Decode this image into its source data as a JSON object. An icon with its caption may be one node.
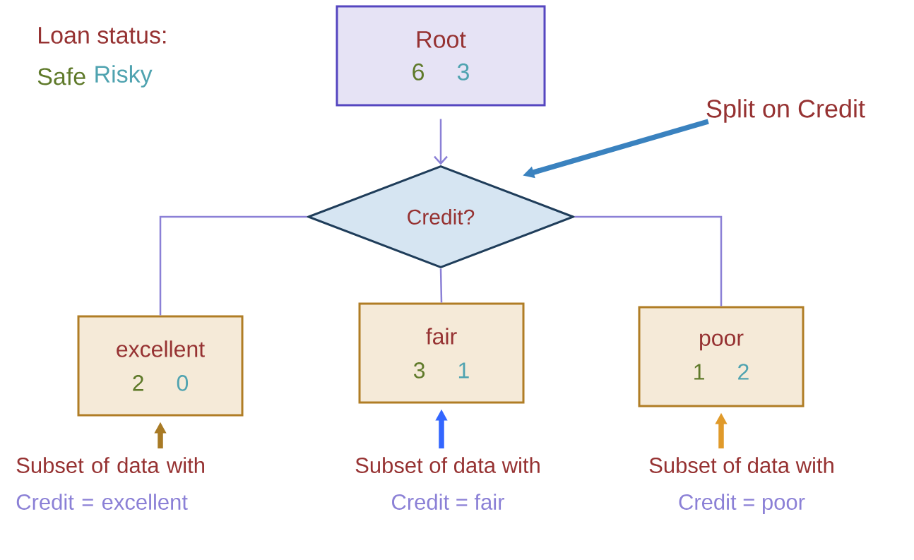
{
  "diagram": {
    "nodes": [
      {
        "text": [
          "Root",
          "6",
          "3"
        ]
      },
      {
        "text": [
          "Credit?"
        ]
      },
      {
        "text": [
          "excellent",
          "2",
          "0"
        ]
      },
      {
        "text": [
          "fair",
          "3",
          "1"
        ]
      },
      {
        "text": [
          "poor",
          "1",
          "2"
        ]
      },
      {
        "text": [
          "Split on Credit"
        ]
      },
      {
        "text": [
          "Subset of data with",
          "Credit = excellent"
        ]
      },
      {
        "text": [
          "Subset of data with",
          "Credit = fair"
        ]
      },
      {
        "text": [
          "Subset of data with",
          "Credit = poor"
        ]
      }
    ],
    "edges": [
      {
        "from": 0,
        "to": 1,
        "arrow": "to"
      },
      {
        "from": 1,
        "to": 2,
        "arrow": "none"
      },
      {
        "from": 1,
        "to": 3,
        "arrow": "none"
      },
      {
        "from": 1,
        "to": 4,
        "arrow": "none"
      },
      {
        "from": 5,
        "to": 1,
        "arrow": "to",
        "style": "thick",
        "color": "#3a82bf"
      },
      {
        "from": 6,
        "to": 2,
        "arrow": "to",
        "style": "thick",
        "color": "#a87a25"
      },
      {
        "from": 7,
        "to": 3,
        "arrow": "to",
        "style": "thick",
        "color": "#3366ff"
      },
      {
        "from": 8,
        "to": 4,
        "arrow": "to",
        "style": "thick",
        "color": "#e09a2a"
      }
    ],
    "labels": [
      "Loan status:",
      "Safe",
      "Risky"
    ]
  }
}
